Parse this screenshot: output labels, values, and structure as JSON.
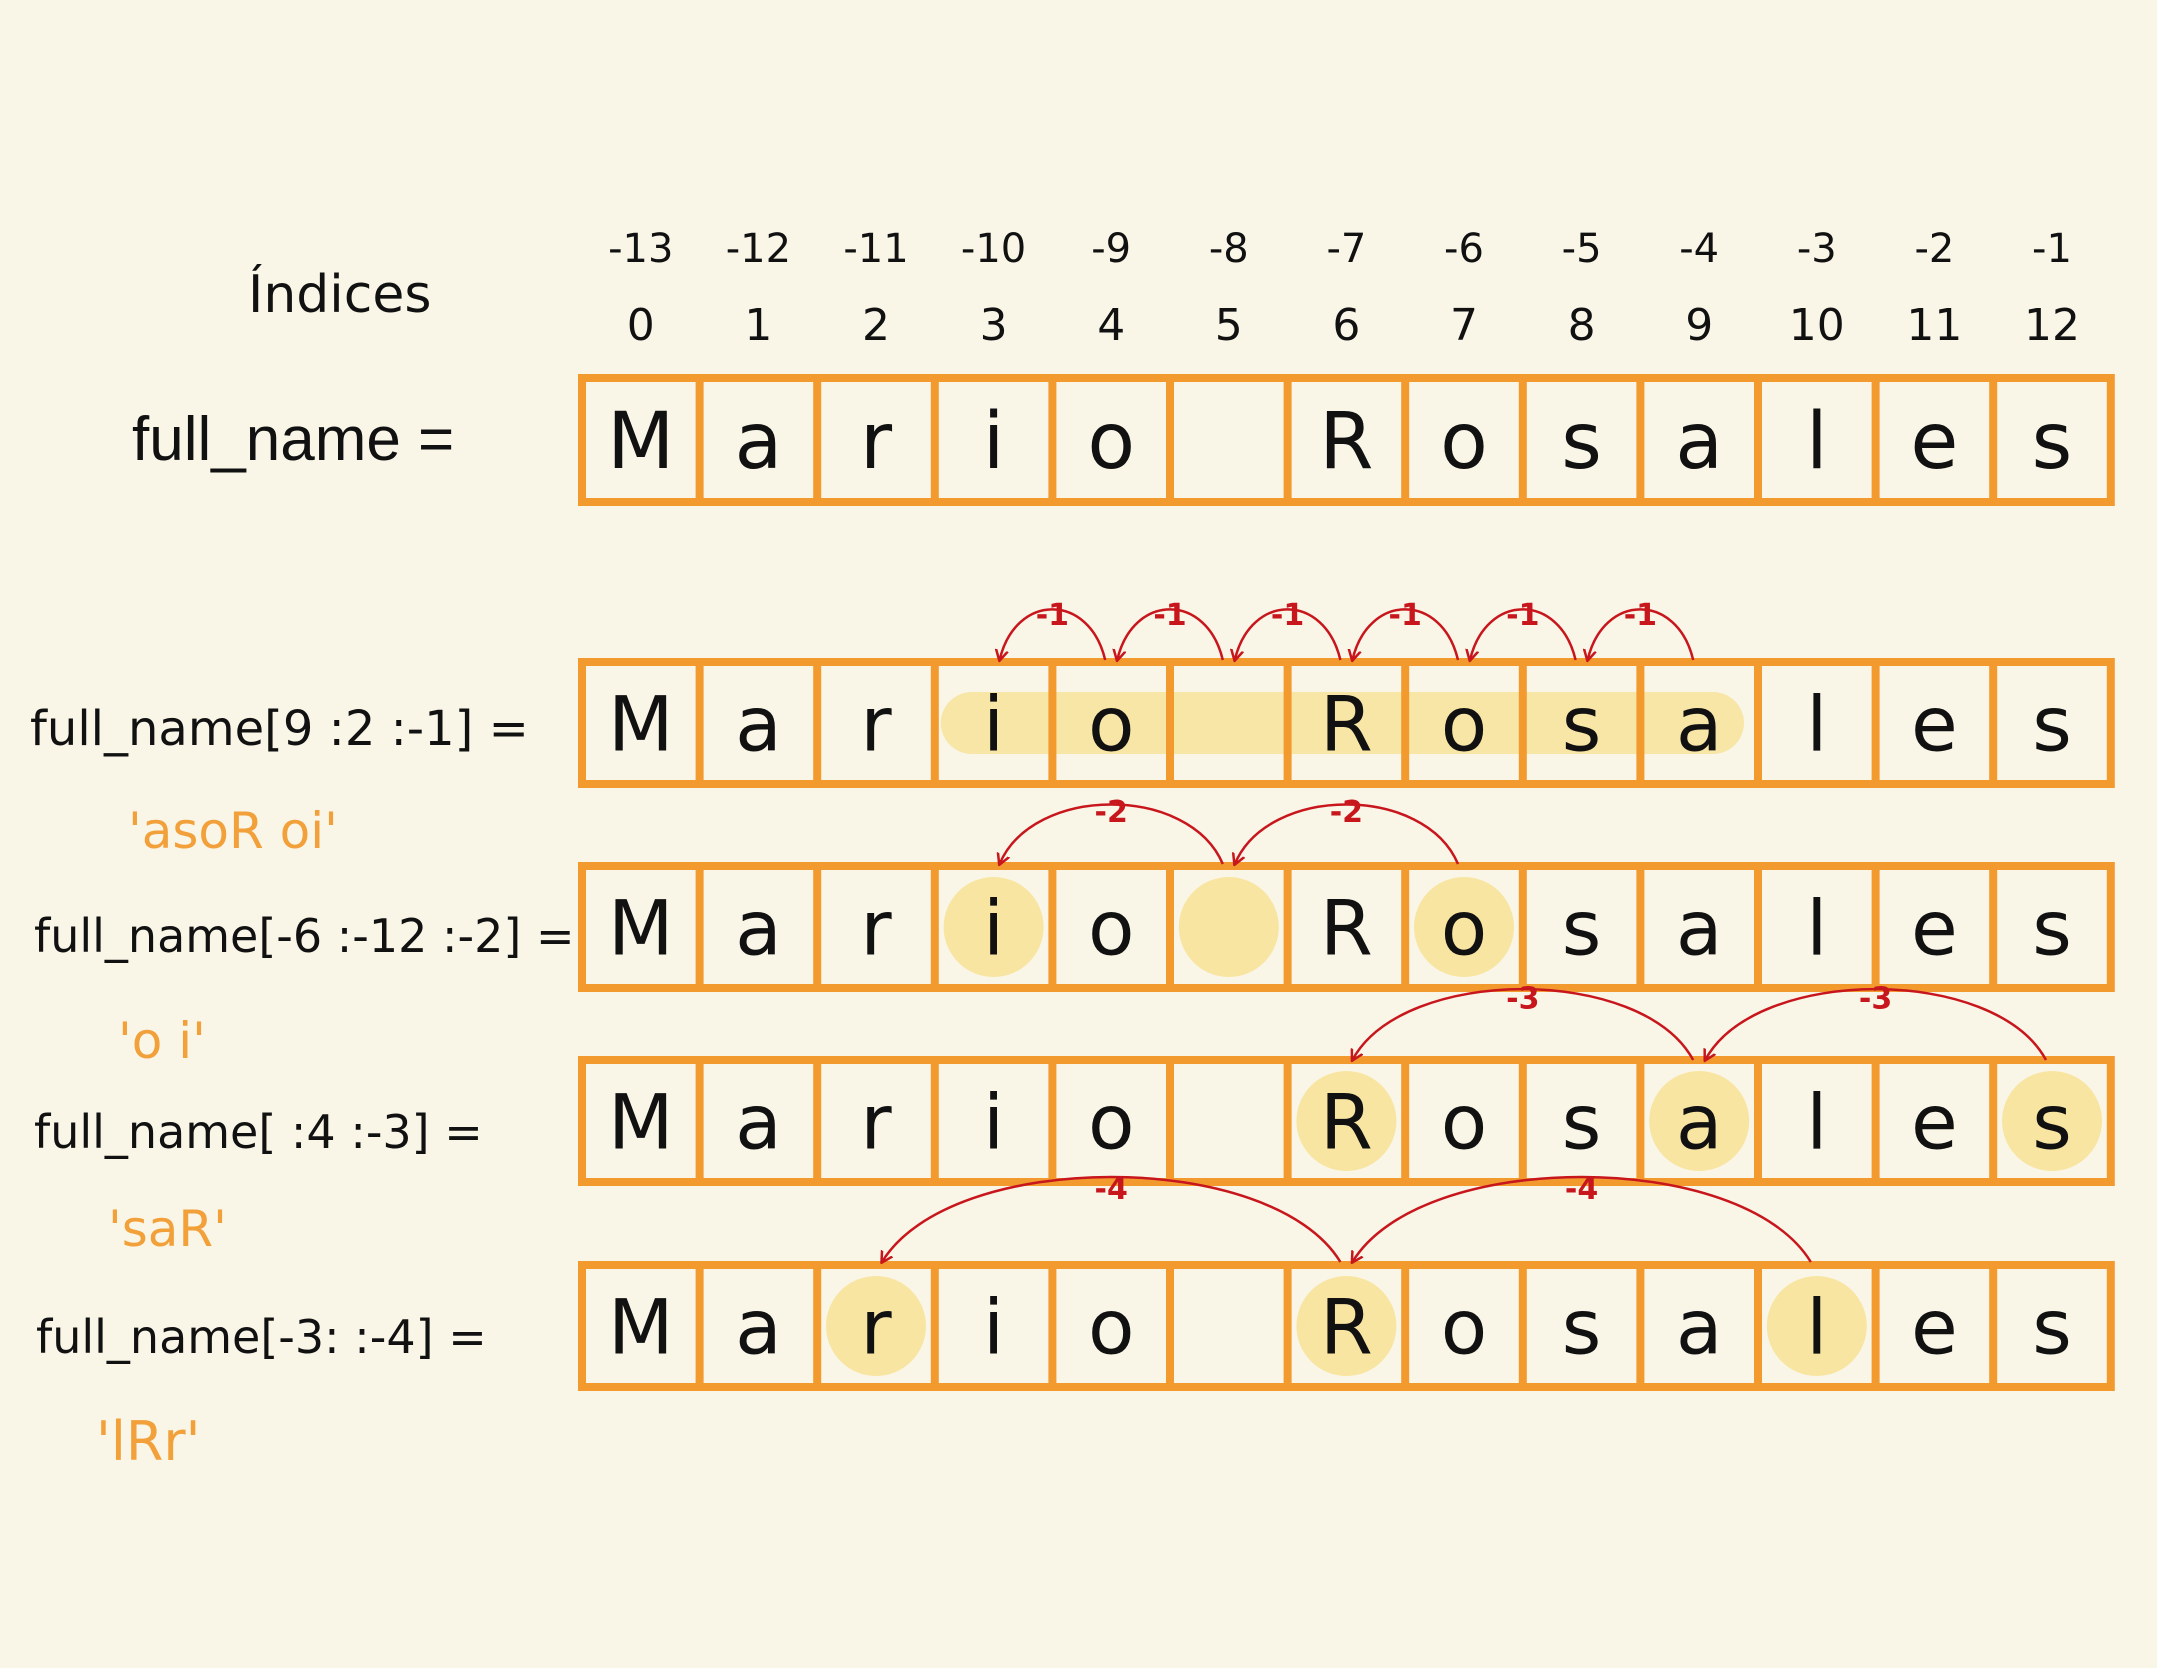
{
  "indices_title": "Índices",
  "assign_label": "full_name =",
  "negative_indices": [
    "-13",
    "-12",
    "-11",
    "-10",
    "-9",
    "-8",
    "-7",
    "-6",
    "-5",
    "-4",
    "-3",
    "-2",
    "-1"
  ],
  "positive_indices": [
    "0",
    "1",
    "2",
    "3",
    "4",
    "5",
    "6",
    "7",
    "8",
    "9",
    "10",
    "11",
    "12"
  ],
  "characters": [
    "M",
    "a",
    "r",
    "i",
    "o",
    " ",
    "R",
    "o",
    "s",
    "a",
    "l",
    "e",
    "s"
  ],
  "colors": {
    "background": "#f9f6e8",
    "box": "#f29a2e",
    "highlight": "#f8e39a",
    "arrow": "#c8161d",
    "result": "#f2a03a",
    "ink": "#111111"
  },
  "slices": [
    {
      "expression": "full_name[9 :2 :-1] =",
      "result": "'asoR oi'",
      "step_label": "-1",
      "highlight_style": "band",
      "highlight_range": [
        3,
        9
      ],
      "arrows": [
        [
          9,
          8
        ],
        [
          8,
          7
        ],
        [
          7,
          6
        ],
        [
          6,
          5
        ],
        [
          5,
          4
        ],
        [
          4,
          3
        ]
      ]
    },
    {
      "expression": "full_name[-6 :-12 :-2] =",
      "result": "'o i'",
      "step_label": "-2",
      "highlight_style": "circles",
      "highlight_cells": [
        3,
        5,
        7
      ],
      "arrows": [
        [
          7,
          5
        ],
        [
          5,
          3
        ]
      ]
    },
    {
      "expression": "full_name[  :4 :-3] =",
      "result": "'saR'",
      "step_label": "-3",
      "highlight_style": "circles",
      "highlight_cells": [
        6,
        9,
        12
      ],
      "arrows": [
        [
          12,
          9
        ],
        [
          9,
          6
        ]
      ]
    },
    {
      "expression": "full_name[-3:   :-4] =",
      "result": "'lRr'",
      "step_label": "-4",
      "highlight_style": "circles",
      "highlight_cells": [
        2,
        6,
        10
      ],
      "arrows": [
        [
          10,
          6
        ],
        [
          6,
          2
        ]
      ]
    }
  ]
}
